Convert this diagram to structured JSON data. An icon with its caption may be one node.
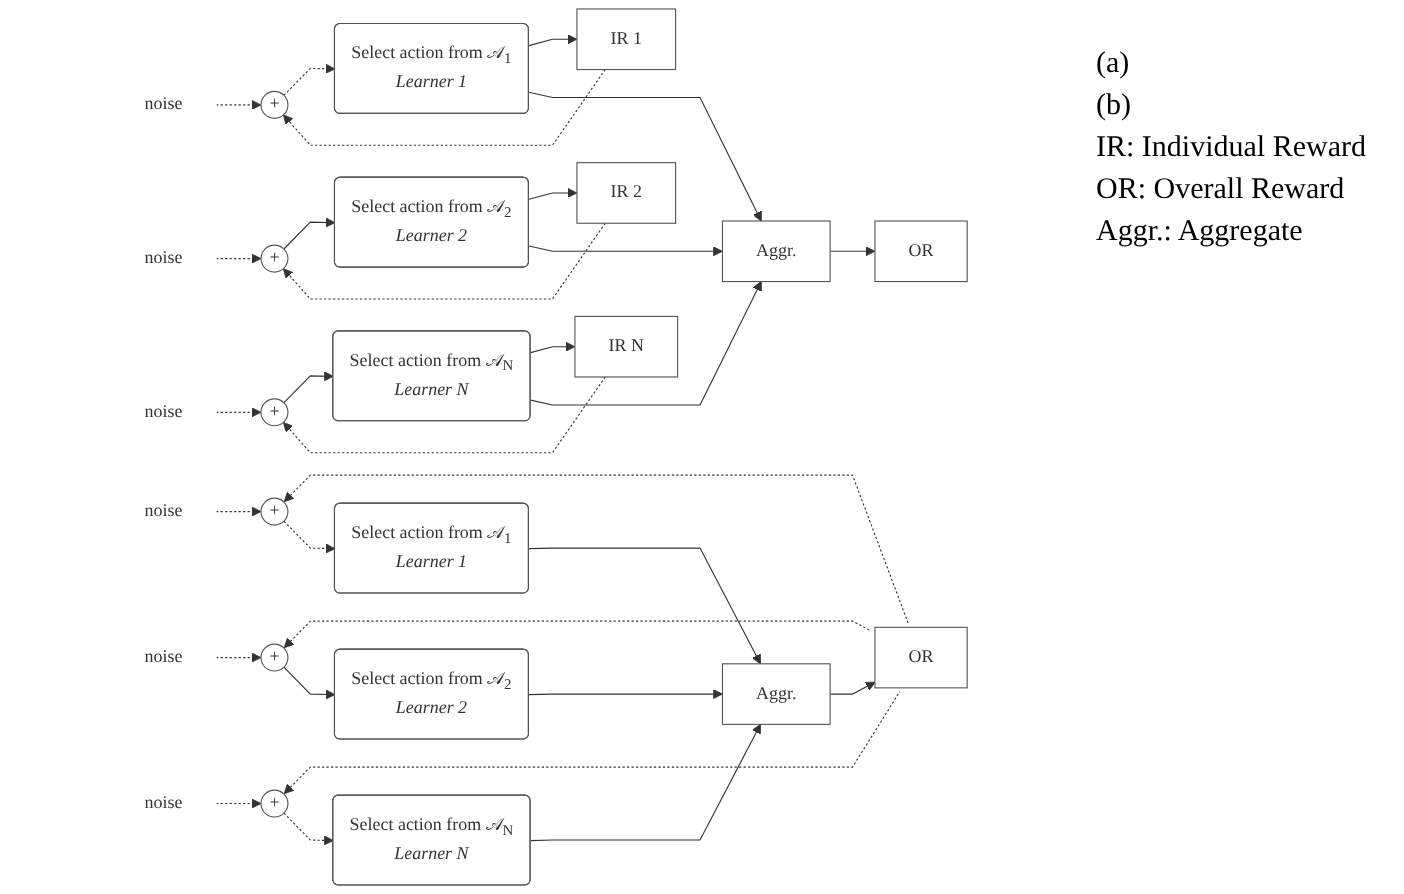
{
  "diagram": {
    "nodes": [
      {
        "text": [
          "noise"
        ]
      },
      {
        "text": [
          "+"
        ]
      },
      {
        "text": [
          "IR 1"
        ]
      },
      {
        "text": [
          "Select action from 𝒜$_{1}$",
          "Learner 1"
        ]
      },
      {
        "text": [
          "noise"
        ]
      },
      {
        "text": [
          "+"
        ]
      },
      {
        "text": [
          "IR 2"
        ]
      },
      {
        "text": [
          "Select action from 𝒜$_{2}$",
          "Learner 2"
        ]
      },
      {
        "text": [
          "noise"
        ]
      },
      {
        "text": [
          "+"
        ]
      },
      {
        "text": [
          "IR N"
        ]
      },
      {
        "text": [
          "Select action from 𝒜$_{N}$",
          "Learner N"
        ]
      },
      {
        "text": [
          "Aggr."
        ]
      },
      {
        "text": [
          "OR"
        ]
      },
      {
        "text": [
          "noise"
        ]
      },
      {
        "text": [
          "+"
        ]
      },
      {
        "text": [
          "Select action from 𝒜$_{1}$",
          "Learner 1"
        ]
      },
      {
        "text": [
          "noise"
        ]
      },
      {
        "text": [
          "+"
        ]
      },
      {
        "text": [
          "Select action from 𝒜$_{2}$",
          "Learner 2"
        ]
      },
      {
        "text": [
          "noise"
        ]
      },
      {
        "text": [
          "+"
        ]
      },
      {
        "text": [
          "Select action from 𝒜$_{N}$",
          "Learner N"
        ]
      },
      {
        "text": [
          "Aggr."
        ]
      },
      {
        "text": [
          "OR"
        ]
      }
    ],
    "edges": [
      {
        "from": 0,
        "to": 1,
        "arrow": "to",
        "style": "dashed"
      },
      {
        "from": 2,
        "to": 1,
        "arrow": "to",
        "style": "dashed"
      },
      {
        "from": 1,
        "to": 3,
        "arrow": "to",
        "style": "dashed"
      },
      {
        "from": 3,
        "to": 2,
        "arrow": "to"
      },
      {
        "from": 3,
        "to": 12,
        "arrow": "to"
      },
      {
        "from": 4,
        "to": 5,
        "arrow": "to",
        "style": "dashed"
      },
      {
        "from": 6,
        "to": 5,
        "arrow": "to",
        "style": "dashed"
      },
      {
        "from": 5,
        "to": 7,
        "arrow": "to"
      },
      {
        "from": 7,
        "to": 6,
        "arrow": "to"
      },
      {
        "from": 7,
        "to": 12,
        "arrow": "to"
      },
      {
        "from": 8,
        "to": 9,
        "arrow": "to",
        "style": "dashed"
      },
      {
        "from": 10,
        "to": 9,
        "arrow": "to",
        "style": "dashed"
      },
      {
        "from": 9,
        "to": 11,
        "arrow": "to"
      },
      {
        "from": 11,
        "to": 10,
        "arrow": "to"
      },
      {
        "from": 11,
        "to": 12,
        "arrow": "to"
      },
      {
        "from": 12,
        "to": 13,
        "arrow": "to"
      },
      {
        "from": 14,
        "to": 15,
        "arrow": "to",
        "style": "dashed"
      },
      {
        "from": 24,
        "to": 15,
        "arrow": "to",
        "style": "dashed"
      },
      {
        "from": 15,
        "to": 16,
        "arrow": "to",
        "style": "dashed"
      },
      {
        "from": 16,
        "to": 23,
        "arrow": "to"
      },
      {
        "from": 17,
        "to": 18,
        "arrow": "to",
        "style": "dashed"
      },
      {
        "from": 24,
        "to": 18,
        "arrow": "to",
        "style": "dashed"
      },
      {
        "from": 18,
        "to": 19,
        "arrow": "to"
      },
      {
        "from": 19,
        "to": 23,
        "arrow": "to"
      },
      {
        "from": 20,
        "to": 21,
        "arrow": "to",
        "style": "dashed"
      },
      {
        "from": 24,
        "to": 21,
        "arrow": "to",
        "style": "dashed"
      },
      {
        "from": 21,
        "to": 22,
        "arrow": "to",
        "style": "dashed"
      },
      {
        "from": 22,
        "to": 23,
        "arrow": "to"
      },
      {
        "from": 23,
        "to": 24,
        "arrow": "to"
      }
    ],
    "labels": [
      "(a)",
      "(b)",
      "IR: Individual Reward",
      "OR: Overall Reward",
      "Aggr.: Aggregate"
    ]
  }
}
